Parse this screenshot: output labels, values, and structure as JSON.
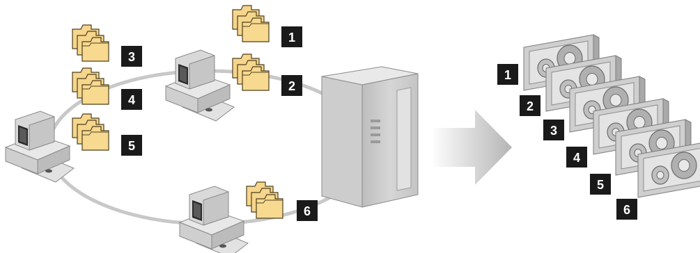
{
  "colors": {
    "background": "#ffffff",
    "badge": "#1a1a1a",
    "badge_text": "#ffffff",
    "folder_fill": "#f6d68c",
    "folder_stroke": "#5a4a20",
    "network_ring": "#c8c8c8",
    "device_gray": "#cfcfcf",
    "arrow_gradient_end": "#b8b8b8"
  },
  "network": {
    "label": "",
    "folder_groups": [
      {
        "badge": "1"
      },
      {
        "badge": "2"
      },
      {
        "badge": "3"
      },
      {
        "badge": "4"
      },
      {
        "badge": "5"
      },
      {
        "badge": "6"
      }
    ],
    "computers": [
      "workstation-top",
      "workstation-left",
      "workstation-bottom"
    ],
    "server": "tower-server"
  },
  "tapes": {
    "items": [
      {
        "badge": "1"
      },
      {
        "badge": "2"
      },
      {
        "badge": "3"
      },
      {
        "badge": "4"
      },
      {
        "badge": "5"
      },
      {
        "badge": "6"
      }
    ]
  }
}
